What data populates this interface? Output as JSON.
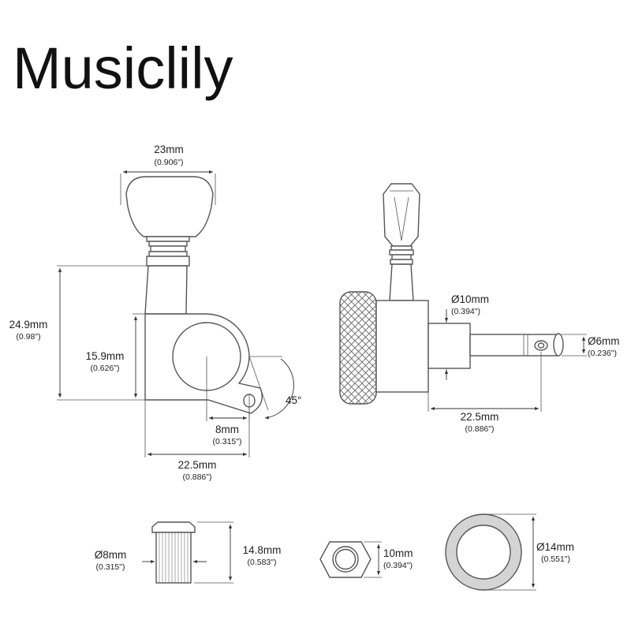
{
  "brand": "Musiclily",
  "colors": {
    "text": "#222222",
    "outline": "#555555",
    "background": "#ffffff"
  },
  "front_view": {
    "button_width": {
      "mm": "23mm",
      "inch": "(0.906\")"
    },
    "total_height": {
      "mm": "24.9mm",
      "inch": "(0.98\")"
    },
    "body_height": {
      "mm": "15.9mm",
      "inch": "(0.626\")"
    },
    "hole_offset": {
      "mm": "8mm",
      "inch": "(0.315\")"
    },
    "body_length": {
      "mm": "22.5mm",
      "inch": "(0.886\")"
    },
    "angle": "45°"
  },
  "side_view": {
    "shaft_diameter": {
      "mm": "Ø10mm",
      "inch": "(0.394\")"
    },
    "post_diameter": {
      "mm": "Ø6mm",
      "inch": "(0.236\")"
    },
    "post_length": {
      "mm": "22.5mm",
      "inch": "(0.886\")"
    }
  },
  "bushing": {
    "diameter": {
      "mm": "Ø8mm",
      "inch": "(0.315\")"
    },
    "height": {
      "mm": "14.8mm",
      "inch": "(0.583\")"
    }
  },
  "hex_nut": {
    "size": {
      "mm": "10mm",
      "inch": "(0.394\")"
    }
  },
  "washer": {
    "diameter": {
      "mm": "Ø14mm",
      "inch": "(0.551\")"
    }
  }
}
